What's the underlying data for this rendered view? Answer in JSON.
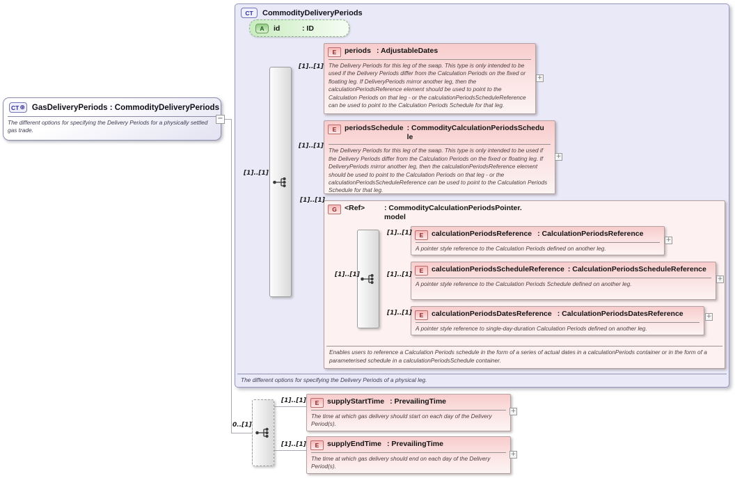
{
  "icons": {
    "plus": "+",
    "minus": "−",
    "circle_plus": "⊕"
  },
  "cards": {
    "required": "[1]..[1]",
    "optional": "0..[1]"
  },
  "badges": {
    "complex_type": "CT",
    "attribute": "A",
    "element": "E",
    "group": "G"
  },
  "root": {
    "name": "GasDeliveryPeriods",
    "type": ": CommodityDeliveryPeriods",
    "annotation": "The different options for specifying the Delivery Periods for a physically settled gas trade."
  },
  "base_type": {
    "title": "CommodityDeliveryPeriods",
    "annotation": "The different options for specifying the Delivery Periods of a physical leg.",
    "attribute_id": {
      "name": "id",
      "type": ": ID"
    },
    "periods": {
      "name": "periods",
      "type": ": AdjustableDates",
      "annotation": "The Delivery Periods for this leg of the swap. This type is only intended to be used if the Delivery Periods differ from the Calculation Periods on the fixed or floating leg. If DeliveryPeriods mirror another leg, then the calculationPeriodsReference element should be used to point to the Calculation Periods on that leg - or the calculationPeriodsScheduleReference can be used to point to the Calculation Periods Schedule for that leg."
    },
    "periods_schedule": {
      "name": "periodsSchedule",
      "type": ": CommodityCalculationPeriodsSchedule",
      "annotation": "The Delivery Periods for this leg of the swap. This type is only intended to be used if the Delivery Periods differ from the Calculation Periods on the fixed or floating leg. If DeliveryPeriods mirror another leg, then the calculationPeriodsReference element should be used to point to the Calculation Periods on that leg - or the calculationPeriodsScheduleReference can be used to point to the Calculation Periods Schedule for that leg."
    },
    "ref_group": {
      "name": "<Ref>",
      "type": ": CommodityCalculationPeriodsPointer.model",
      "annotation": "Enables users to reference a Calculation Periods schedule in the form of a series of actual dates in a calculationPeriods container or in the form of a parameterised schedule in a calculationPeriodsSchedule container.",
      "calculation_periods_reference": {
        "name": "calculationPeriodsReference",
        "type": ": CalculationPeriodsReference",
        "annotation": "A pointer style reference to the Calculation Periods defined on another leg."
      },
      "calculation_periods_schedule_reference": {
        "name": "calculationPeriodsScheduleReference",
        "type": ": CalculationPeriodsScheduleReference",
        "annotation": "A pointer style reference to the Calculation Periods Schedule defined on another leg."
      },
      "calculation_periods_dates_reference": {
        "name": "calculationPeriodsDatesReference",
        "type": ": CalculationPeriodsDatesReference",
        "annotation": "A pointer style reference to single-day-duration Calculation Periods defined on another leg."
      }
    }
  },
  "extension": {
    "supply_start_time": {
      "name": "supplyStartTime",
      "type": ": PrevailingTime",
      "annotation": "The time at which gas delivery should start on each day of the Delivery Period(s)."
    },
    "supply_end_time": {
      "name": "supplyEndTime",
      "type": ": PrevailingTime",
      "annotation": "The time at which gas delivery should end on each day of the Delivery Period(s)."
    }
  }
}
